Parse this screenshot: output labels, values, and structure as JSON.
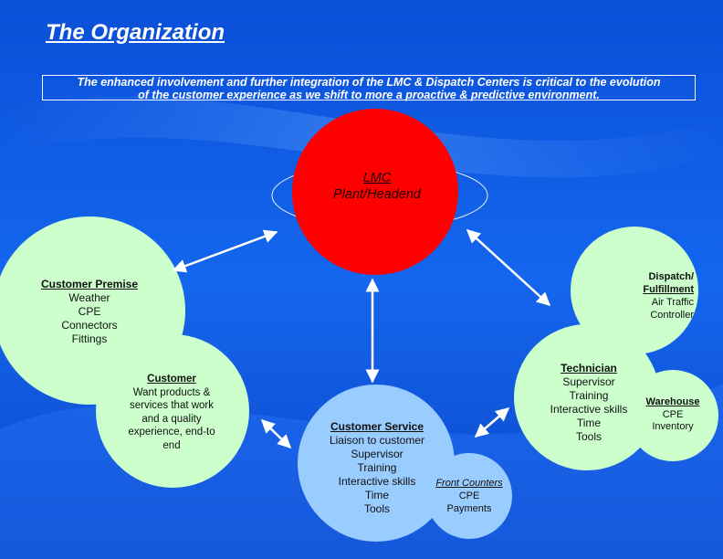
{
  "title": "The Organization",
  "intro": {
    "line1": "The enhanced involvement and further integration of the LMC & Dispatch Centers is critical to the evolution",
    "line2": "of the customer experience as we shift to more a proactive & predictive environment."
  },
  "nodes": {
    "lmc": {
      "line1": "LMC",
      "line2": "Plant/Headend"
    },
    "premise": {
      "heading": "Customer Premise",
      "items": [
        "Weather",
        "CPE",
        "Connectors",
        "Fittings"
      ]
    },
    "dispatch": {
      "heading1": "Dispatch/",
      "heading2": "Fulfillment",
      "items": [
        "Air Traffic",
        "Controller"
      ]
    },
    "customer": {
      "heading": "Customer",
      "items": [
        "Want products &",
        "services that work",
        "and a quality",
        "experience, end-to",
        "end"
      ]
    },
    "technician": {
      "heading": "Technician",
      "items": [
        "Supervisor",
        "Training",
        "Interactive skills",
        "Time",
        "Tools"
      ]
    },
    "warehouse": {
      "heading": "Warehouse",
      "items": [
        "CPE",
        "Inventory"
      ]
    },
    "service": {
      "heading": "Customer Service",
      "items": [
        "Liaison to customer",
        "Supervisor",
        "Training",
        "Interactive skills",
        "Time",
        "Tools"
      ]
    },
    "counters": {
      "heading": "Front Counters",
      "items": [
        "CPE",
        "Payments"
      ]
    }
  },
  "colors": {
    "lmc": "#ff0000",
    "green": "#ccffcc",
    "blue": "#99ccff",
    "text": "#ffffff"
  }
}
